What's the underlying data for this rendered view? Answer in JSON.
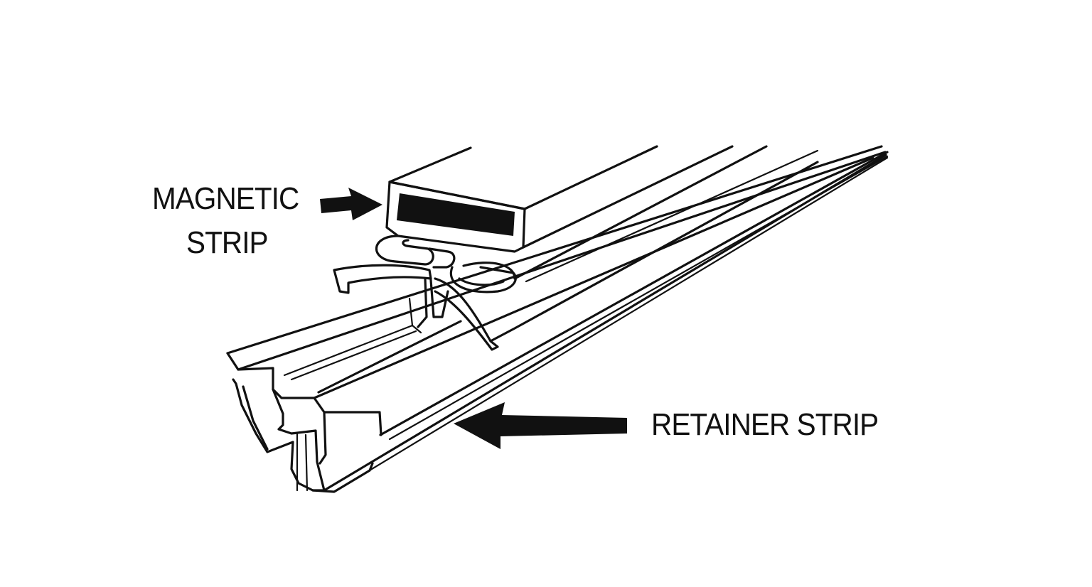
{
  "labels": {
    "magnetic_line1": "MAGNETIC",
    "magnetic_line2": "STRIP",
    "retainer": "RETAINER STRIP"
  },
  "colors": {
    "ink": "#111111",
    "paper": "#ffffff"
  }
}
